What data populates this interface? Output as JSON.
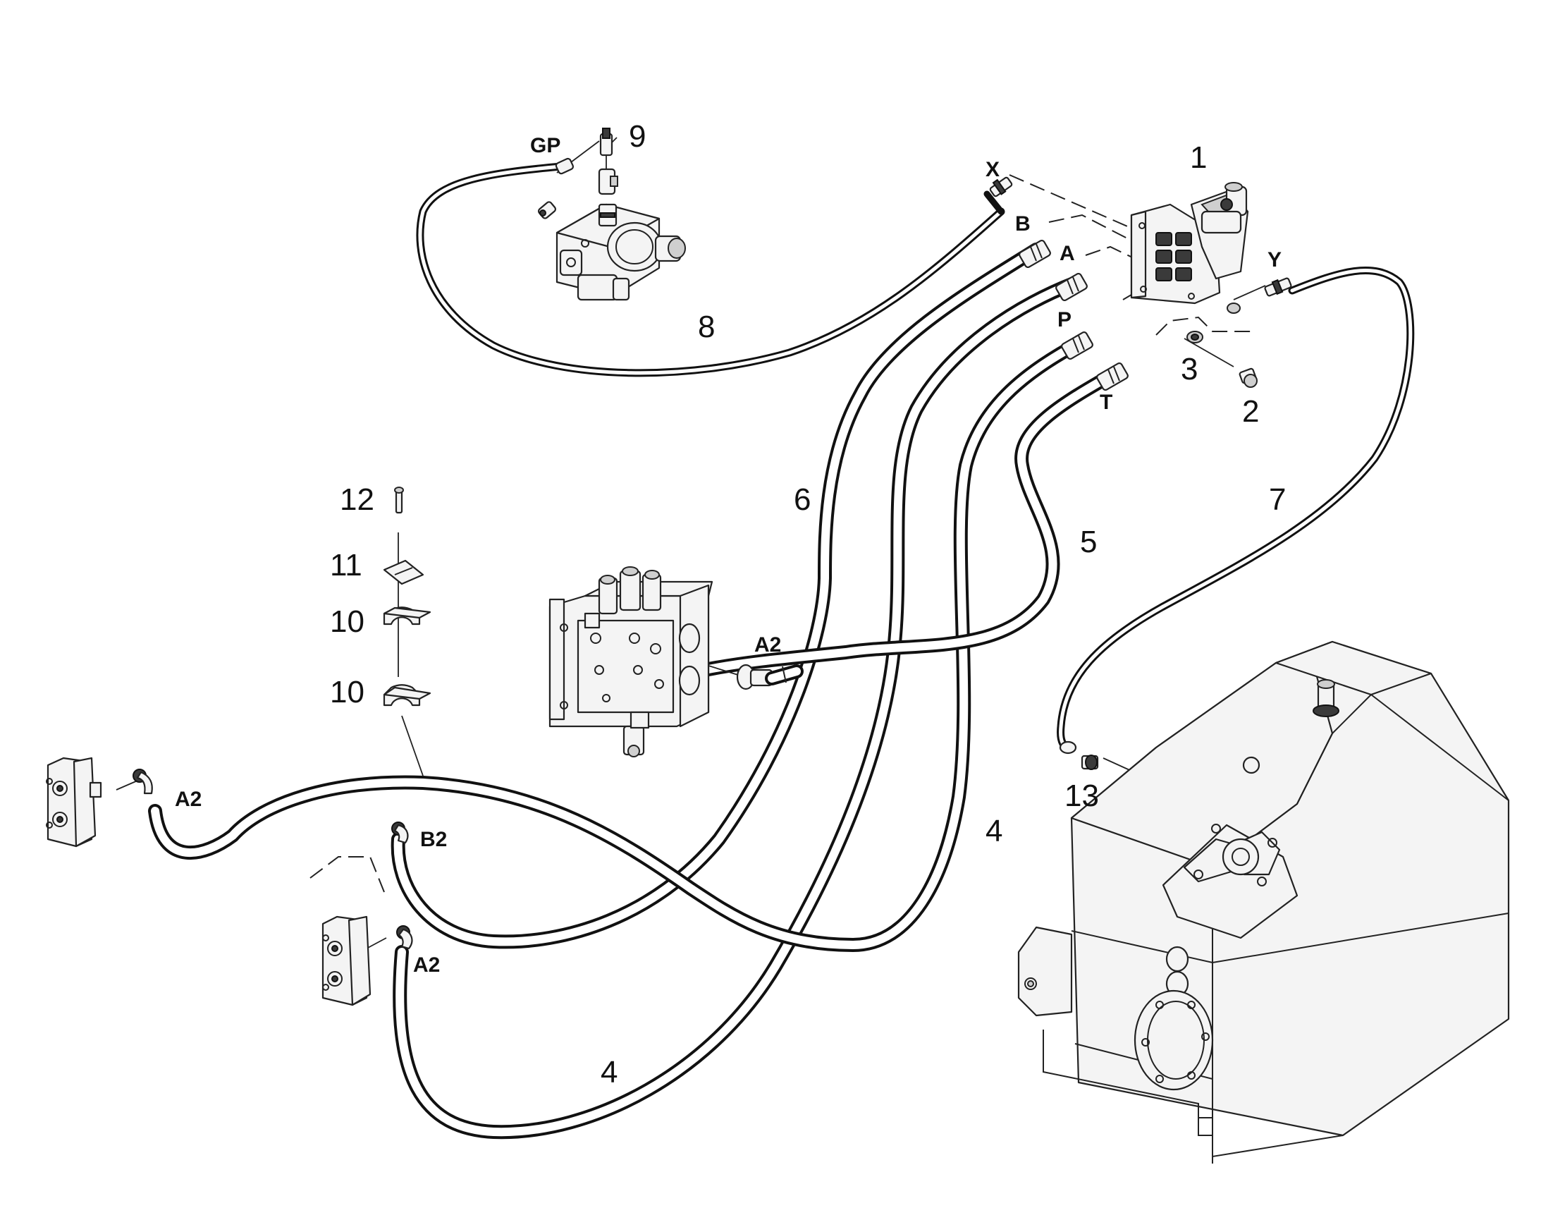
{
  "part_numbers": {
    "n1": "1",
    "n2": "2",
    "n3": "3",
    "n4a": "4",
    "n4b": "4",
    "n5": "5",
    "n6": "6",
    "n7": "7",
    "n8": "8",
    "n9": "9",
    "n10a": "10",
    "n10b": "10",
    "n11": "11",
    "n12": "12",
    "n13": "13"
  },
  "port_labels": {
    "gp": "GP",
    "x": "X",
    "b": "B",
    "a": "A",
    "p": "P",
    "t": "T",
    "y": "Y",
    "a2_valve": "A2",
    "a2_left": "A2",
    "b2": "B2",
    "a2_lower": "A2"
  }
}
